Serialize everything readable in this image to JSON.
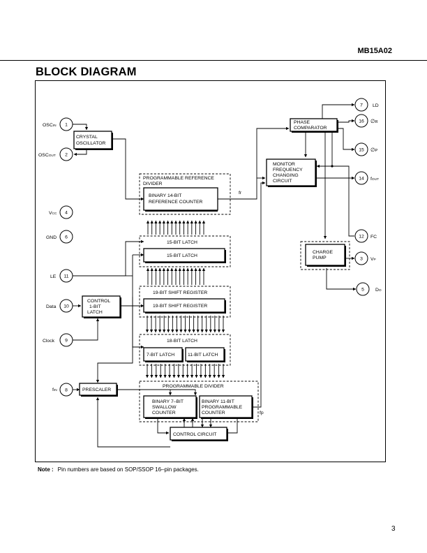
{
  "header": {
    "part_number": "MB15A02"
  },
  "section_title": "BLOCK DIAGRAM",
  "page_number": "3",
  "note": {
    "label": "Note :",
    "text": "Pin numbers are based on SOP/SSOP 16–pin packages."
  },
  "pins": {
    "osc_in": {
      "number": "1",
      "name_main": "OSC",
      "name_sub": "IN"
    },
    "osc_out": {
      "number": "2",
      "name_main": "OSC",
      "name_sub": "OUT"
    },
    "vcc": {
      "number": "4",
      "name_main": "V",
      "name_sub": "CC"
    },
    "gnd": {
      "number": "6",
      "name": "GND"
    },
    "le": {
      "number": "11",
      "name": "LE"
    },
    "data": {
      "number": "10",
      "name": "Data"
    },
    "clock": {
      "number": "9",
      "name": "Clock"
    },
    "fin": {
      "number": "8",
      "name_main": "f",
      "name_sub": "IN"
    },
    "ld": {
      "number": "7",
      "name": "LD"
    },
    "phi_r": {
      "number": "16",
      "name_symbol": "∅",
      "name_sub": "R"
    },
    "phi_p": {
      "number": "15",
      "name_symbol": "∅",
      "name_sub": "P"
    },
    "fout": {
      "number": "14",
      "name_main": "f",
      "name_sub": "OUT"
    },
    "fc": {
      "number": "12",
      "name": "FC"
    },
    "vp": {
      "number": "3",
      "name_main": "V",
      "name_sub": "P"
    },
    "do": {
      "number": "5",
      "name_main": "D",
      "name_sub": "O"
    }
  },
  "blocks": {
    "crystal_oscillator": [
      "CRYSTAL",
      "OSCILLATOR"
    ],
    "ref_divider_group": [
      "PROGRAMMABLE REFERENCE",
      "DIVIDER"
    ],
    "ref_counter": [
      "BINARY 14-BIT",
      "REFERENCE COUNTER"
    ],
    "latch15_group": "15-BIT LATCH",
    "latch15": "15-BIT LATCH",
    "shift_group": "19-BIT SHIFT REGISTER",
    "shift_register": "19-BIT SHIFT REGISTER",
    "control_latch": [
      "CONTROL",
      "1-BIT",
      "LATCH"
    ],
    "latch18_group": "18-BIT LATCH",
    "latch7": "7-BIT LATCH",
    "latch11": "11-BIT LATCH",
    "prescaler": "PRESCALER",
    "prog_divider_group": "PROGRAMMABLE DIVIDER",
    "swallow_counter": [
      "BINARY 7–BIT",
      "SWALLOW",
      "COUNTER"
    ],
    "prog_counter": [
      "BINARY 11-BIT",
      "PROGRAMMABLE",
      "COUNTER"
    ],
    "control_circuit": "CONTROL CIRCUIT",
    "phase_comparator": [
      "PHASE",
      "COMPARATOR"
    ],
    "monitor_circuit": [
      "MONITOR",
      "FREQUENCY",
      "CHANGING",
      "CIRCUIT"
    ],
    "charge_pump": [
      "CHARGE",
      "PUMP"
    ]
  },
  "signals": {
    "fr": "fr",
    "fp": "fp"
  }
}
